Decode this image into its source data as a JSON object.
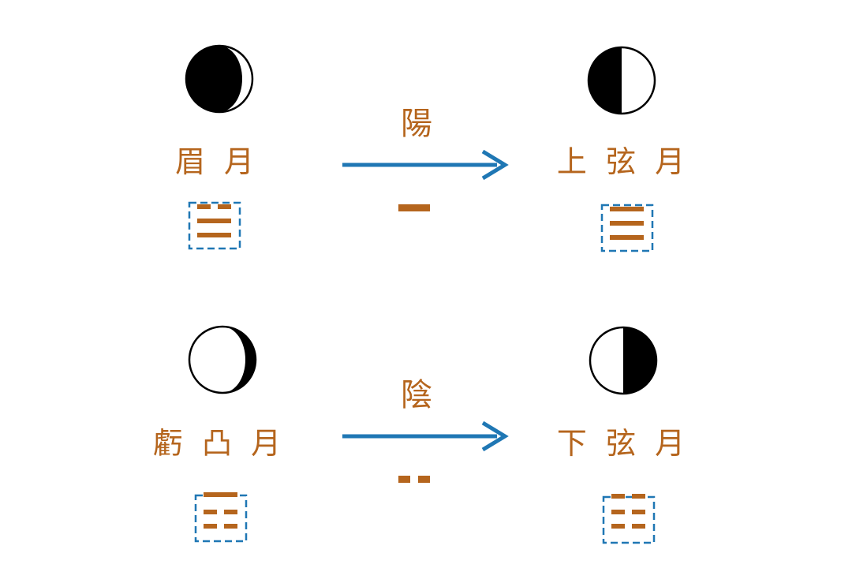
{
  "colors": {
    "label": "#b5651d",
    "arrow": "#1f77b4",
    "trigram_line": "#b5651d",
    "trigram_frame": "#1f77b4",
    "moon_dark": "#000000",
    "moon_light": "#ffffff"
  },
  "rows": [
    {
      "from": {
        "name": "眉 月",
        "moon_icon": "waxing-crescent-moon-icon",
        "lit_fraction": 0.2,
        "trigram": [
          "broken",
          "solid",
          "solid"
        ]
      },
      "arrow_label": "陽",
      "change_line": "solid",
      "to": {
        "name": "上 弦 月",
        "moon_icon": "first-quarter-moon-icon",
        "lit_fraction": 0.5,
        "trigram": [
          "solid",
          "solid",
          "solid"
        ]
      }
    },
    {
      "from": {
        "name": "虧 凸 月",
        "moon_icon": "waning-gibbous-moon-icon",
        "lit_fraction": 0.8,
        "trigram": [
          "solid",
          "broken",
          "broken"
        ]
      },
      "arrow_label": "陰",
      "change_line": "broken",
      "to": {
        "name": "下 弦 月",
        "moon_icon": "last-quarter-moon-icon",
        "lit_fraction": 0.5,
        "trigram": [
          "broken",
          "broken",
          "broken"
        ]
      }
    }
  ]
}
